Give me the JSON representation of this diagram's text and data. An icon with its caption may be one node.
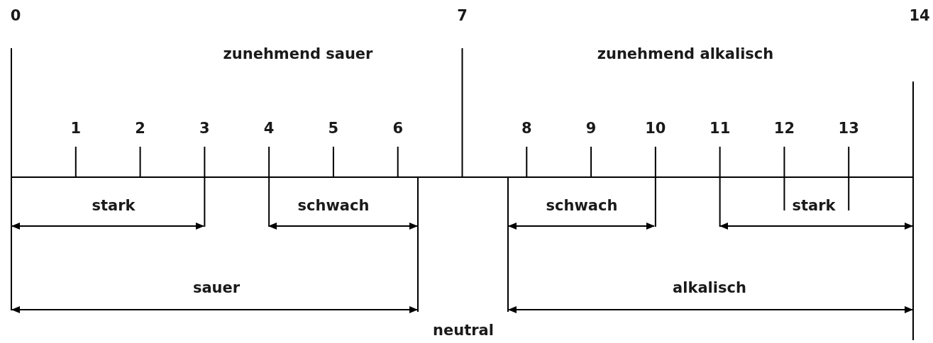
{
  "diagram": {
    "labels": [
      "0",
      "7",
      "14",
      "zunehmend sauer",
      "zunehmend alkalisch",
      "1",
      "2",
      "3",
      "4",
      "5",
      "6",
      "8",
      "9",
      "10",
      "11",
      "12",
      "13",
      "stark",
      "schwach",
      "schwach",
      "stark",
      "sauer",
      "alkalisch",
      "neutral"
    ]
  }
}
